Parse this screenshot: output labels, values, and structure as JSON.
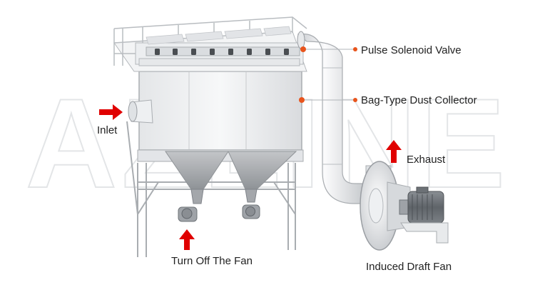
{
  "watermark": "AZLINE",
  "labels": {
    "pulse_valve": "Pulse Solenoid Valve",
    "dust_collector": "Bag-Type Dust Collector",
    "exhaust": "Exhaust",
    "inlet": "Inlet",
    "turn_off_fan": "Turn Off The Fan",
    "induced_fan": "Induced Draft Fan"
  },
  "colors": {
    "arrow": "#e00000",
    "marker": "#e8541c",
    "steel_light": "#f2f3f4",
    "steel_mid": "#d3d5d8",
    "steel_dark": "#9a9ea3",
    "hopper": "#b5b7ba",
    "motor": "#6f7479",
    "leader": "#b0b4b8"
  }
}
